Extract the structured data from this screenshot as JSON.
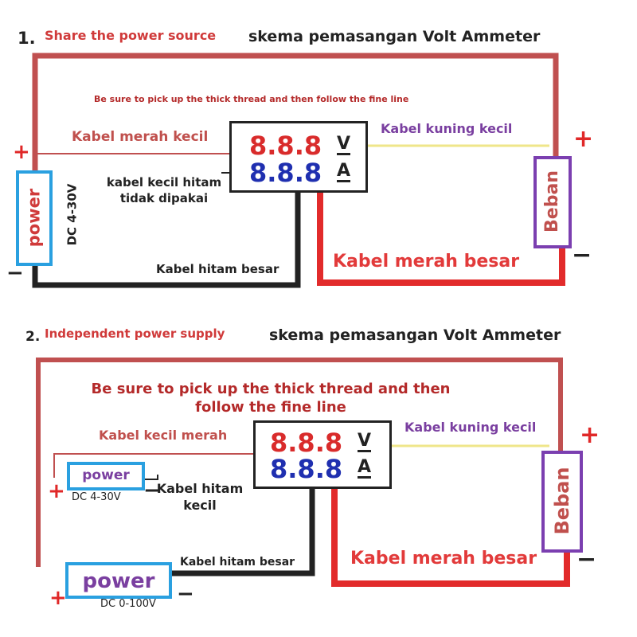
{
  "diagram1": {
    "number": "1.",
    "title_red": "Share the power source",
    "title_black": "skema pemasangan Volt Ammeter",
    "note": "Be sure to pick up the thick thread and then follow the fine line",
    "label_small_red": "Kabel merah kecil",
    "label_small_yellow": "Kabel kuning kecil",
    "label_small_black": "kabel kecil hitam tidak dipakai",
    "label_big_black": "Kabel hitam besar",
    "label_big_red": "Kabel merah besar",
    "power_label": "power",
    "power_range": "DC 4-30V",
    "load_label": "Beban",
    "meter_top": "8.8.8",
    "meter_top_unit": "V",
    "meter_bottom": "8.8.8",
    "meter_bottom_unit": "A",
    "plus": "+",
    "minus": "−"
  },
  "diagram2": {
    "number": "2.",
    "title_red": "Independent power supply",
    "title_black": "skema pemasangan Volt Ammeter",
    "note": "Be sure to pick up the thick thread and then follow the fine line",
    "label_small_red": "Kabel kecil merah",
    "label_small_yellow": "Kabel kuning kecil",
    "label_small_black": "Kabel hitam kecil",
    "label_big_black": "Kabel hitam besar",
    "label_big_red": "Kabel merah besar",
    "power_small_label": "power",
    "power_small_range": "DC 4-30V",
    "power_big_label": "power",
    "power_big_range": "DC 0-100V",
    "load_label": "Beban",
    "meter_top": "8.8.8",
    "meter_top_unit": "V",
    "meter_bottom": "8.8.8",
    "meter_bottom_unit": "A",
    "plus": "+",
    "minus": "−"
  },
  "colors": {
    "thin_red": "#c05050",
    "thick_red": "#e22b2b",
    "black": "#222222",
    "yellow": "#f2ea8a",
    "blue_box": "#2aa0e0",
    "purple_box": "#7b3fb0"
  }
}
